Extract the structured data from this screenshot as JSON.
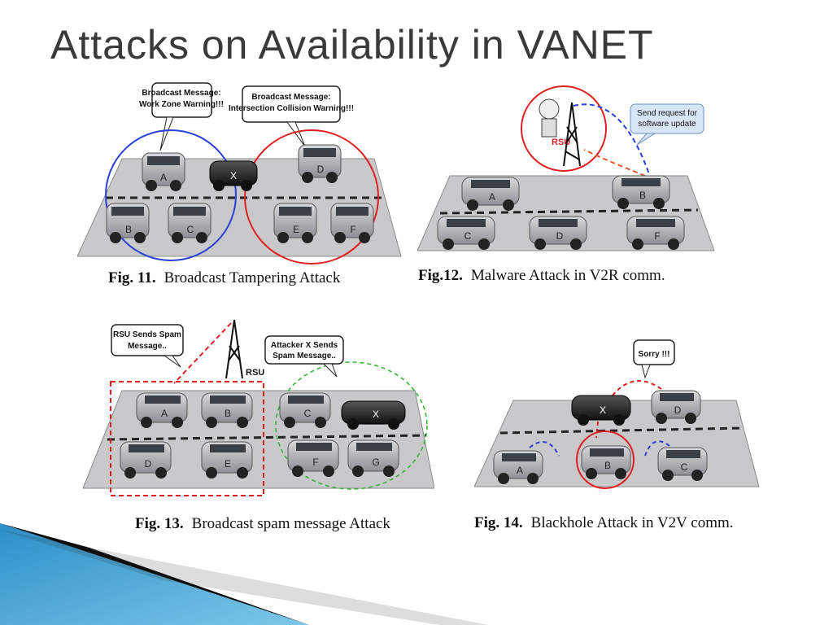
{
  "title": "Attacks on Availability in VANET",
  "figures": {
    "fig11": {
      "caption_num": "Fig. 11.",
      "caption_text": "Broadcast Tampering Attack",
      "bubble1": [
        "Broadcast Message:",
        "Work Zone Warning!!!"
      ],
      "bubble2": [
        "Broadcast Message:",
        "Intersection Collision Warning!!!"
      ],
      "cars": [
        "A",
        "X",
        "D",
        "B",
        "C",
        "E",
        "F"
      ]
    },
    "fig12": {
      "caption_num": "Fig.12.",
      "caption_text": "Malware Attack in V2R comm.",
      "bubble": [
        "Send request for",
        "software update"
      ],
      "rsu": "RSU",
      "cars": [
        "A",
        "B",
        "C",
        "D",
        "F"
      ]
    },
    "fig13": {
      "caption_num": "Fig. 13.",
      "caption_text": "Broadcast spam message Attack",
      "bubble1": [
        "RSU Sends Spam",
        "Message.."
      ],
      "bubble2": [
        "Attacker X Sends",
        "Spam Message.."
      ],
      "rsu": "RSU",
      "cars": [
        "A",
        "B",
        "C",
        "X",
        "D",
        "E",
        "F",
        "G"
      ]
    },
    "fig14": {
      "caption_num": "Fig. 14.",
      "caption_text": "Blackhole Attack in V2V comm.",
      "bubble": [
        "Sorry !!!"
      ],
      "cars": [
        "X",
        "D",
        "A",
        "B",
        "C"
      ]
    }
  },
  "colors": {
    "title": "#3a3a3a",
    "attack_red": "#e02020",
    "blue": "#2a3fd6",
    "green": "#2bb52b",
    "deco_blue": "#1f7fb8"
  }
}
